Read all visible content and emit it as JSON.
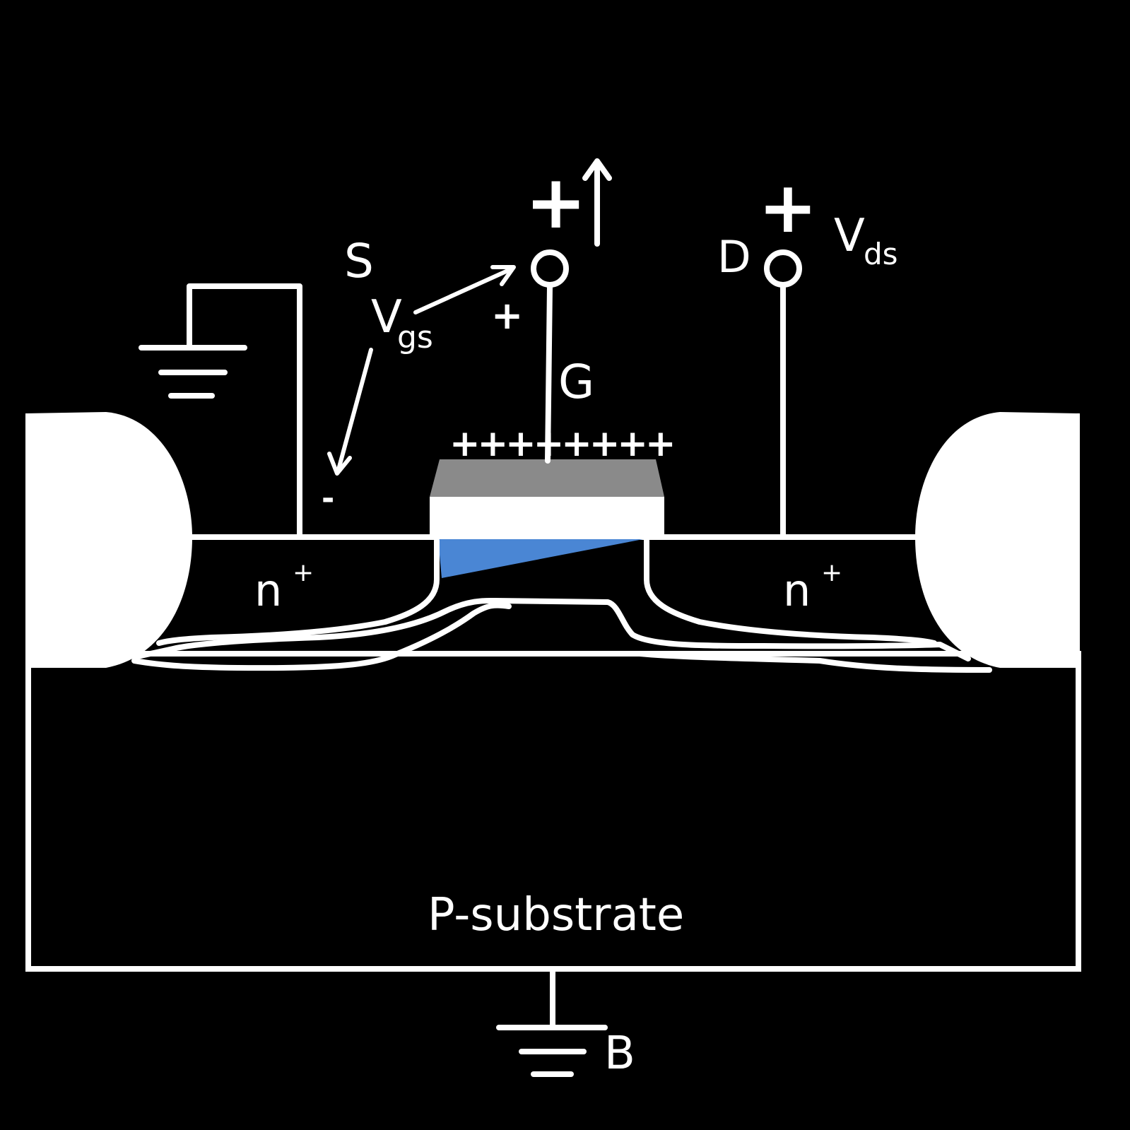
{
  "colors": {
    "background": "#000000",
    "line": "#ffffff",
    "gate_metal": "#8a8a8a",
    "oxide": "#ffffff",
    "channel": "#4a86d4"
  },
  "labels": {
    "source": "S",
    "gate": "G",
    "drain": "D",
    "body": "B",
    "vgs_main": "V",
    "vgs_sub": "gs",
    "vds_main": "V",
    "vds_sub": "ds",
    "n_plus_left_main": "n",
    "n_plus_left_sup": "+",
    "n_plus_right_main": "n",
    "n_plus_right_sup": "+",
    "substrate": "P-substrate",
    "gate_plus": "+",
    "drain_plus": "+",
    "vgs_plus": "+",
    "vgs_minus": "-",
    "gate_charge": "++++++++",
    "gate_voltage_arrow": "up-arrow-icon"
  }
}
